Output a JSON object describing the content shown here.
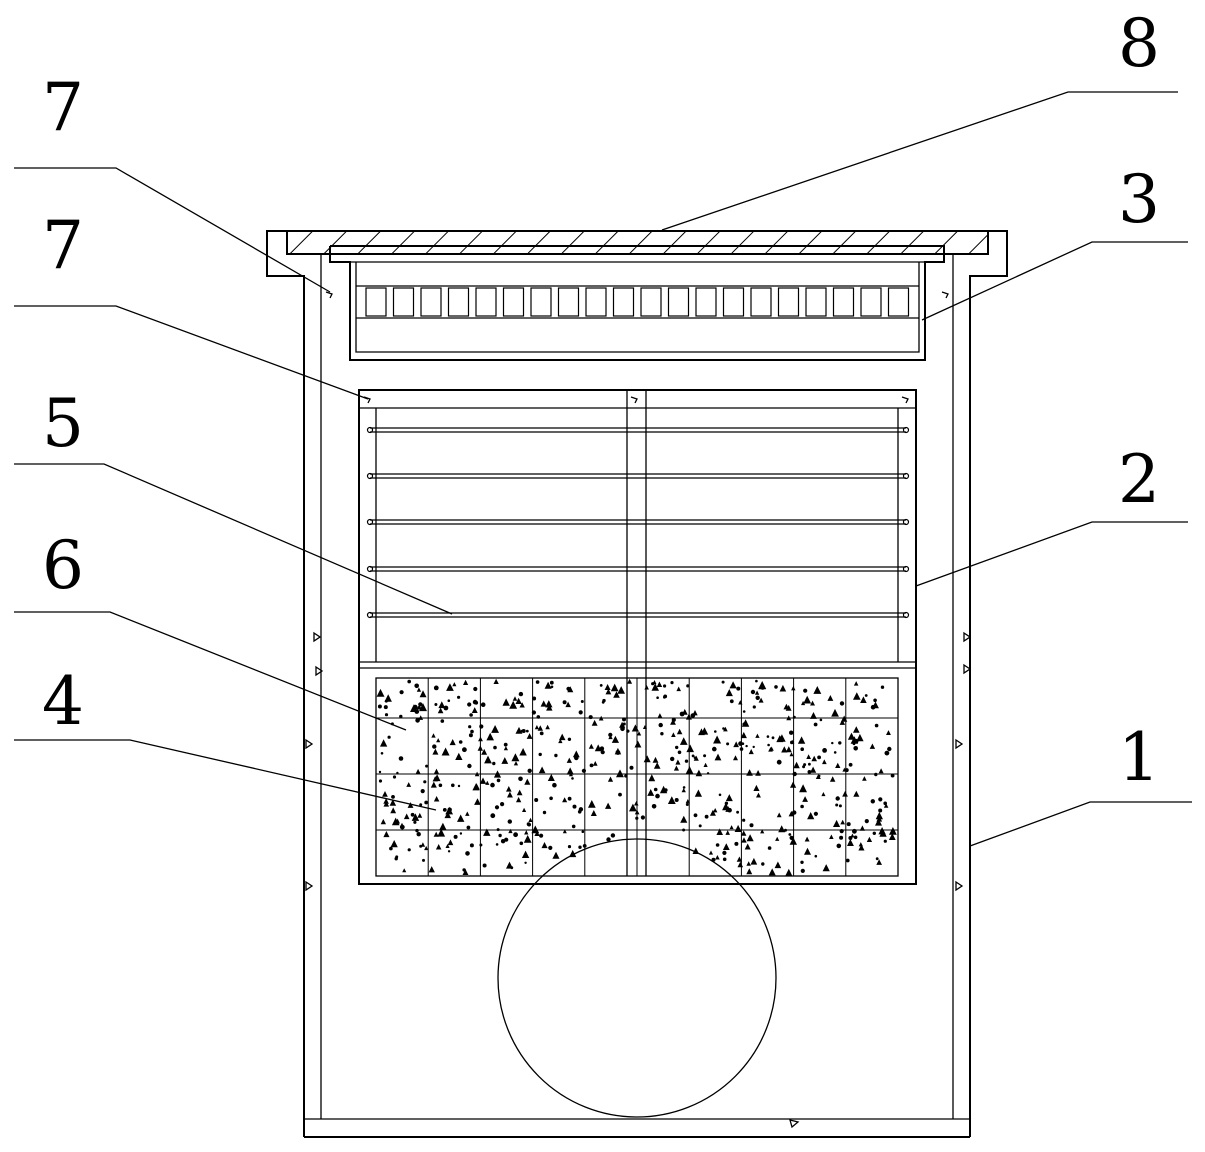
{
  "callouts": [
    {
      "id": "8-top",
      "label": "8",
      "part": "hatched-cover-plate"
    },
    {
      "id": "7-upper",
      "label": "7",
      "part": "cover-seat-hook"
    },
    {
      "id": "3",
      "label": "3",
      "part": "top-grate-tray"
    },
    {
      "id": "7-lower",
      "label": "7",
      "part": "basket-hook"
    },
    {
      "id": "5",
      "label": "5",
      "part": "filter-rods"
    },
    {
      "id": "2",
      "label": "2",
      "part": "inner-basket"
    },
    {
      "id": "6",
      "label": "6",
      "part": "packing-grid"
    },
    {
      "id": "4",
      "label": "4",
      "part": "filter-media"
    },
    {
      "id": "1",
      "label": "1",
      "part": "outer-housing"
    }
  ],
  "colors": {
    "line": "#000000",
    "background": "#ffffff"
  }
}
